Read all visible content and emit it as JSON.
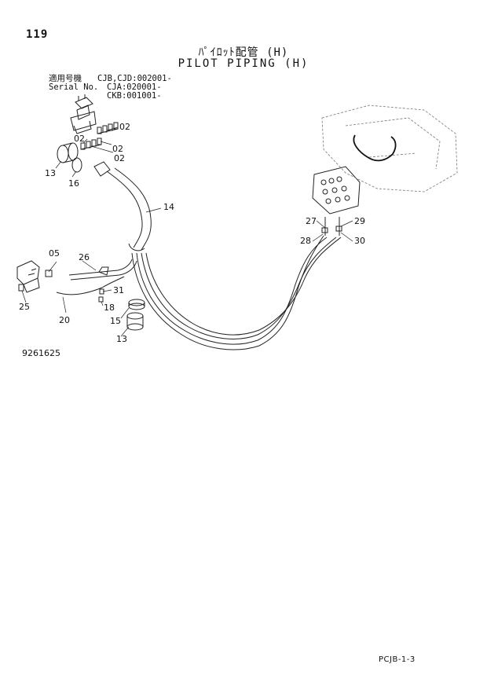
{
  "header": {
    "page_number": "119",
    "title_jp": "ﾊﾟｲﾛｯﾄ配管 (H)",
    "title_en": "PILOT PIPING (H)"
  },
  "serial_block": {
    "label_jp": "適用号機",
    "label_en": "Serial No.",
    "line1": "CJB,CJD:002001-",
    "line2": "CJA:020001-",
    "line3": "CKB:001001-"
  },
  "callouts": {
    "c02a": "02",
    "c02b": "02",
    "c02c": "02",
    "c02d": "02",
    "c13a": "13",
    "c16": "16",
    "c14": "14",
    "c27": "27",
    "c29": "29",
    "c28": "28",
    "c30": "30",
    "c05": "05",
    "c26": "26",
    "c25": "25",
    "c31": "31",
    "c18": "18",
    "c20": "20",
    "c15": "15",
    "c13b": "13"
  },
  "figure_number": "9261625",
  "footer_code": "PCJB-1-3"
}
